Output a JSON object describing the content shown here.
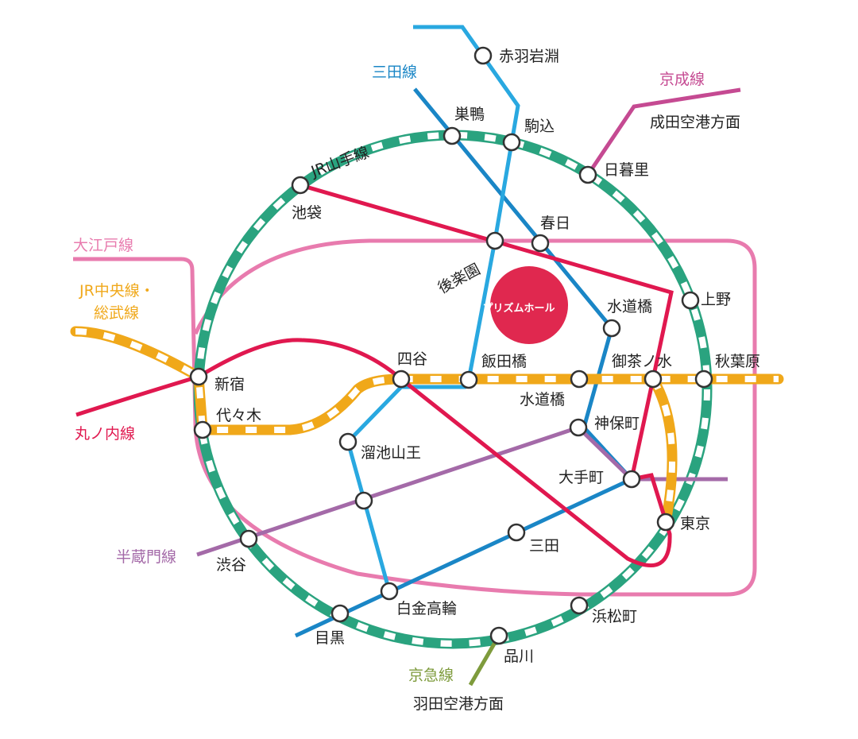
{
  "venue": {
    "name": "プリズムホール",
    "color": "#e0284f"
  },
  "lines": {
    "yamanote": {
      "label": "JR山手線",
      "color": "#2aa37f"
    },
    "chuo": {
      "label_1": "JR中央線・",
      "label_2": "総武線",
      "color": "#f0a81a"
    },
    "marunouchi": {
      "label": "丸ノ内線",
      "color": "#e0184f"
    },
    "oedo": {
      "label": "大江戸線",
      "color": "#e87bae"
    },
    "mita": {
      "label": "三田線",
      "color": "#1a86c6"
    },
    "namboku": {
      "color": "#29a8e0"
    },
    "hanzomon": {
      "label": "半蔵門線",
      "color": "#a46aa8"
    },
    "keisei": {
      "label": "京成線",
      "color": "#c54a92",
      "dest": "成田空港方面"
    },
    "keikyu": {
      "label": "京急線",
      "color": "#7e9b3c",
      "dest": "羽田空港方面"
    }
  },
  "stations": {
    "akabaneiwabuchi": "赤羽岩淵",
    "sugamo": "巣鴨",
    "komagome": "駒込",
    "nippori": "日暮里",
    "ikebukuro": "池袋",
    "kasuga": "春日",
    "korakuen": "後楽園",
    "ueno": "上野",
    "suidobashi_mita": "水道橋",
    "shinjuku": "新宿",
    "yotsuya": "四谷",
    "iidabashi": "飯田橋",
    "ochanomizu": "御茶ノ水",
    "akihabara": "秋葉原",
    "yoyogi": "代々木",
    "suidobashi_jr": "水道橋",
    "jimbocho": "神保町",
    "tameikesanno": "溜池山王",
    "otemachi": "大手町",
    "tokyo": "東京",
    "mita": "三田",
    "shibuya": "渋谷",
    "shirokanetakanawa": "白金高輪",
    "hamamatsucho": "浜松町",
    "meguro": "目黒",
    "shinagawa": "品川"
  }
}
